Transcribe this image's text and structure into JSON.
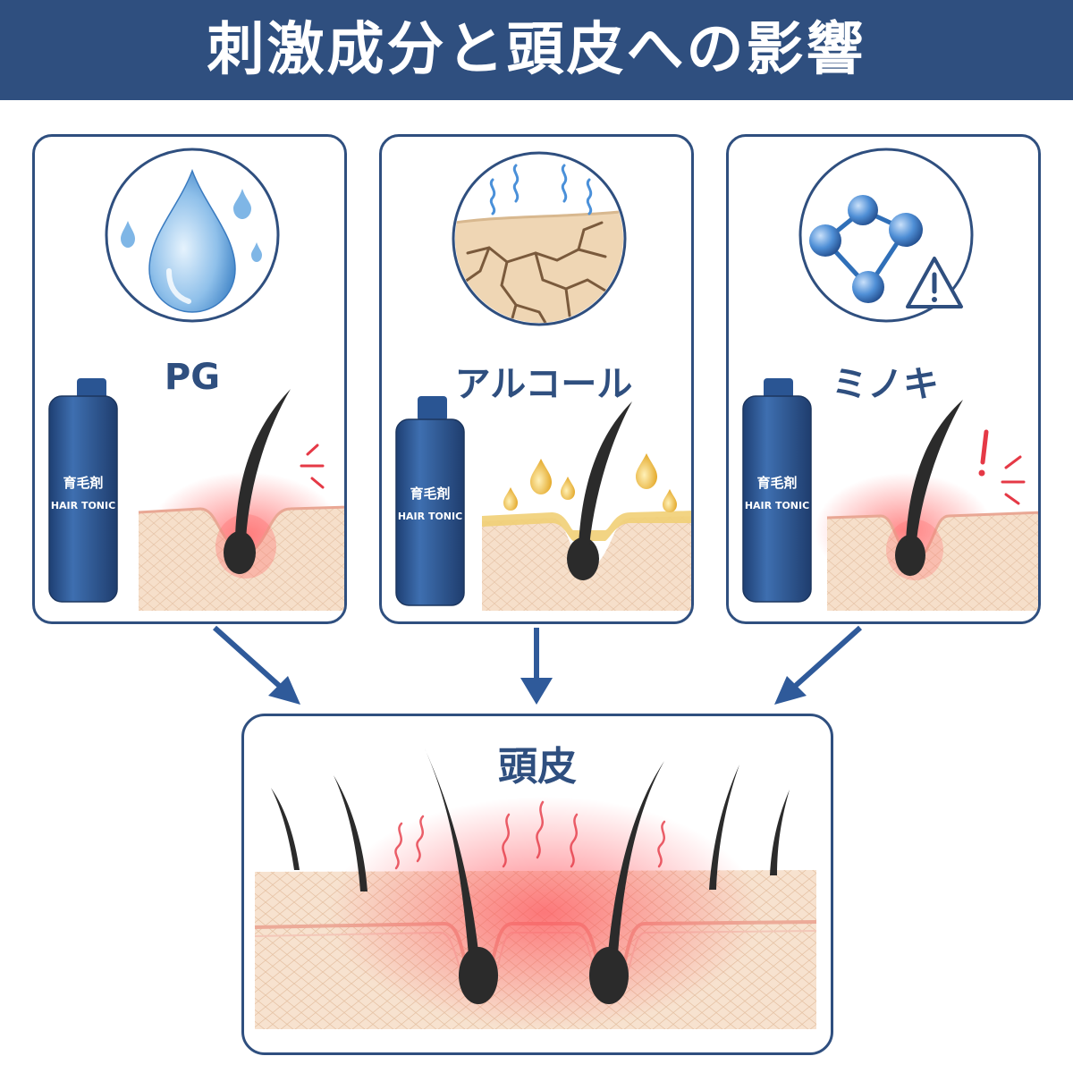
{
  "title": "刺激成分と頭皮への影響",
  "panels": [
    {
      "label": "PG",
      "icon": "water-drop-icon"
    },
    {
      "label": "アルコール",
      "icon": "dry-cracked-skin-icon"
    },
    {
      "label": "ミノキ",
      "icon": "molecule-warning-icon"
    }
  ],
  "bottle": {
    "line1": "育毛剤",
    "line2": "HAIR TONIC"
  },
  "result": {
    "label": "頭皮"
  },
  "colors": {
    "header": "#2f4f7f",
    "accent_blue": "#2f4f7f",
    "irritation_red": "#e53946",
    "bottle_blue": "#27508f",
    "skin": "#f4dcc3",
    "oil": "#f0c24a"
  }
}
